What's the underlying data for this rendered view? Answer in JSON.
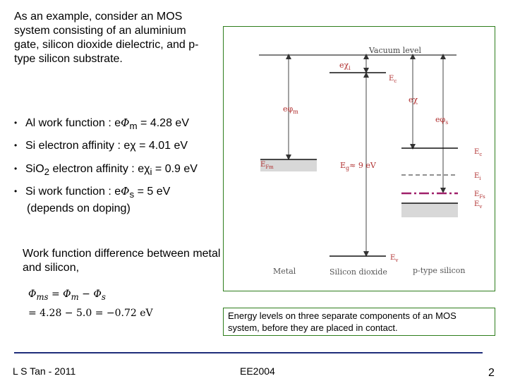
{
  "intro": "As an example, consider an MOS system consisting of an aluminium gate, silicon dioxide dielectric, and p-type silicon substrate.",
  "bullets": {
    "b1": {
      "prefix": "Al work function : e",
      "sym": "Φ",
      "sub": "m",
      "rest": " = 4.28 eV"
    },
    "b2": {
      "prefix": "Si electron affinity : e",
      "sym": "χ",
      "sub": "",
      "rest": " = 4.01 eV"
    },
    "b3": {
      "prefix": "SiO",
      "sub0": "2",
      "mid": " electron affinity : e",
      "sym": "χ",
      "sub": "i",
      "rest": " = 0.9 eV"
    },
    "b4": {
      "prefix": "Si work function : e",
      "sym": "Φ",
      "sub": "s",
      "rest": " = 5 eV",
      "line2": "(depends on doping)"
    }
  },
  "work_function_text": "Work function difference between metal and silicon,",
  "equation": {
    "line1_lhs": "Φ",
    "line1_lhs_sub": "ms",
    "line1_eq": " = Φ",
    "line1_m_sub": "m",
    "line1_minus": " − Φ",
    "line1_s_sub": "s",
    "line2": "= 4.28 − 5.0 = −0.72 eV"
  },
  "diagram": {
    "vacuum_level": "Vacuum level",
    "e_chi_i": "eχ",
    "e_chi_i_sub": "i",
    "ec_label": "E",
    "ec_sub": "c",
    "e_chi": "eχ",
    "e_phi_m": "eφ",
    "e_phi_m_sub": "m",
    "e_phi_s": "eφ",
    "e_phi_s_sub": "s",
    "efm": "E",
    "efm_sub": "Fm",
    "eg": "E",
    "eg_sub": "g",
    "eg_value": "≈ 9 eV",
    "si_ec": "E",
    "si_ec_sub": "c",
    "si_ei": "E",
    "si_ei_sub": "i",
    "si_efs": "E",
    "si_efs_sub": "Fs",
    "si_ev": "E",
    "si_ev_sub": "v",
    "ox_ev": "E",
    "ox_ev_sub": "v",
    "label_metal": "Metal",
    "label_oxide": "Silicon dioxide",
    "label_si": "p-type silicon",
    "colors": {
      "metal_fill": "#d8d8d8",
      "efs": "#a0206a",
      "border": "#2e7d1c"
    }
  },
  "caption": "Energy levels on three separate components of an MOS system, before they are placed in contact.",
  "footer": {
    "left": "L S Tan - 2011",
    "center": "EE2004",
    "page": "2"
  }
}
